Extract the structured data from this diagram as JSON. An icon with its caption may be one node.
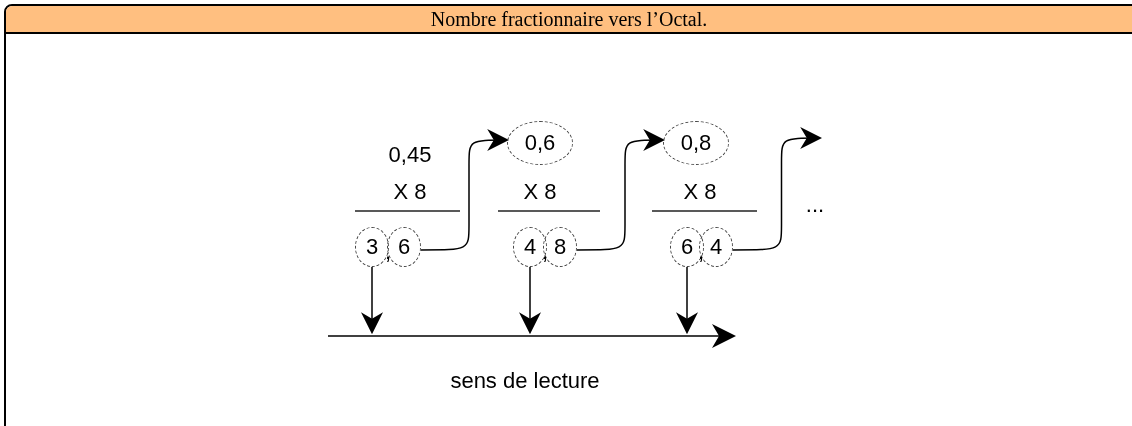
{
  "diagram": {
    "title": "Nombre fractionnaire vers l’Octal.",
    "nodes": [
      {
        "text": [
          "0,45"
        ]
      },
      {
        "text": [
          "3"
        ]
      },
      {
        "text": [
          "6"
        ]
      },
      {
        "text": [
          "0,6"
        ]
      },
      {
        "text": [
          "4"
        ]
      },
      {
        "text": [
          "8"
        ]
      },
      {
        "text": [
          "0,8"
        ]
      },
      {
        "text": [
          "6"
        ]
      },
      {
        "text": [
          "4"
        ]
      }
    ],
    "edges": [
      {
        "from": 2,
        "to": 3,
        "arrow": "to"
      },
      {
        "from": 5,
        "to": 6,
        "arrow": "to"
      },
      {
        "from": 8,
        "to": null,
        "arrow": "to"
      },
      {
        "from": 1,
        "to": null,
        "arrow": "to"
      },
      {
        "from": 4,
        "to": null,
        "arrow": "to"
      },
      {
        "from": 7,
        "to": null,
        "arrow": "to"
      }
    ],
    "labels": [
      "X 8",
      "X 8",
      "X 8",
      "...",
      ",",
      ",",
      ",",
      "sens de lecture"
    ]
  }
}
